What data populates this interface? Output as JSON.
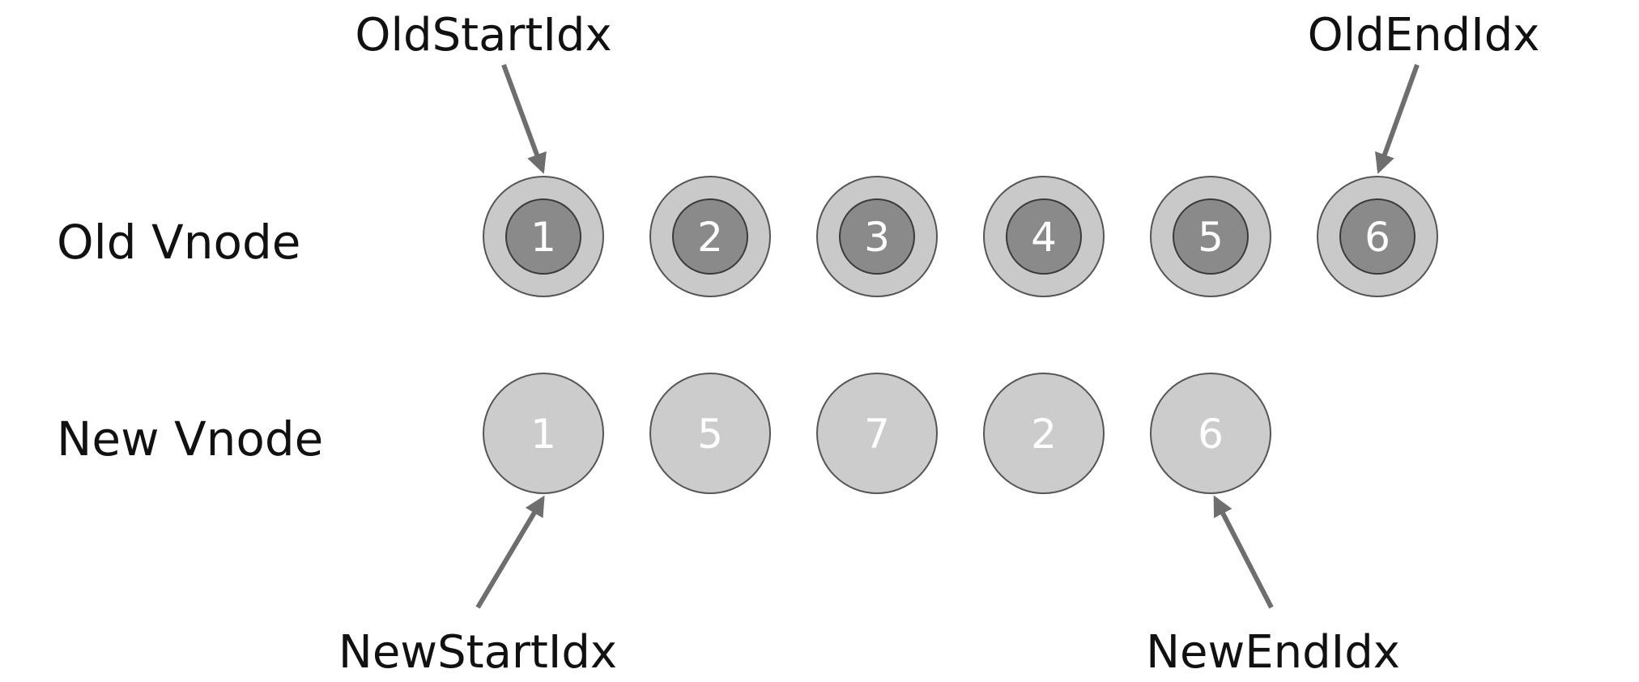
{
  "rows": {
    "old": {
      "label": "Old Vnode",
      "nodes": [
        "1",
        "2",
        "3",
        "4",
        "5",
        "6"
      ]
    },
    "new": {
      "label": "New Vnode",
      "nodes": [
        "1",
        "5",
        "7",
        "2",
        "6"
      ]
    }
  },
  "pointers": {
    "old_start": "OldStartIdx",
    "old_end": "OldEndIdx",
    "new_start": "NewStartIdx",
    "new_end": "NewEndIdx"
  },
  "colors": {
    "old_outer": "#c9c9c9",
    "old_inner": "#8a8a8a",
    "new_node": "#cccccc",
    "stroke": "#555555",
    "arrow": "#6e6e6e",
    "node_text": "#ffffff"
  }
}
